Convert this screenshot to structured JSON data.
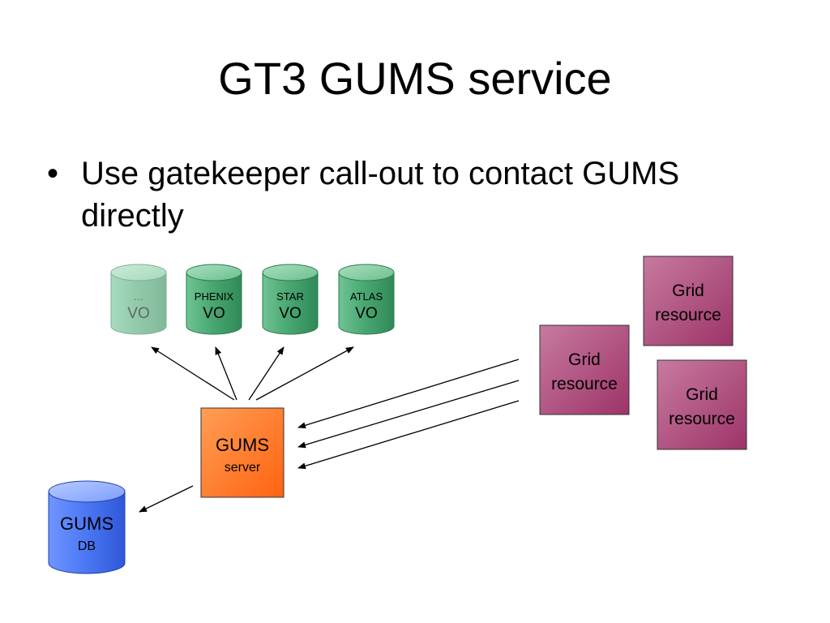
{
  "slide": {
    "title": "GT3 GUMS service",
    "bullet_symbol": "•",
    "bullet_text": "Use gatekeeper call-out to contact GUMS directly"
  },
  "diagram": {
    "vo_databases": [
      {
        "top": "…",
        "bottom": "VO",
        "faded": true
      },
      {
        "top": "PHENIX",
        "bottom": "VO",
        "faded": false
      },
      {
        "top": "STAR",
        "bottom": "VO",
        "faded": false
      },
      {
        "top": "ATLAS",
        "bottom": "VO",
        "faded": false
      }
    ],
    "gums_server": {
      "line1": "GUMS",
      "line2": "server"
    },
    "gums_db": {
      "line1": "GUMS",
      "line2": "DB"
    },
    "grid_resources": [
      {
        "line1": "Grid",
        "line2": "resource"
      },
      {
        "line1": "Grid",
        "line2": "resource"
      },
      {
        "line1": "Grid",
        "line2": "resource"
      }
    ],
    "colors": {
      "vo_green": "#3e9e6a",
      "server_orange": "#ff7a26",
      "db_blue": "#3f6ff2",
      "grid_purple": "#b4507e"
    }
  }
}
